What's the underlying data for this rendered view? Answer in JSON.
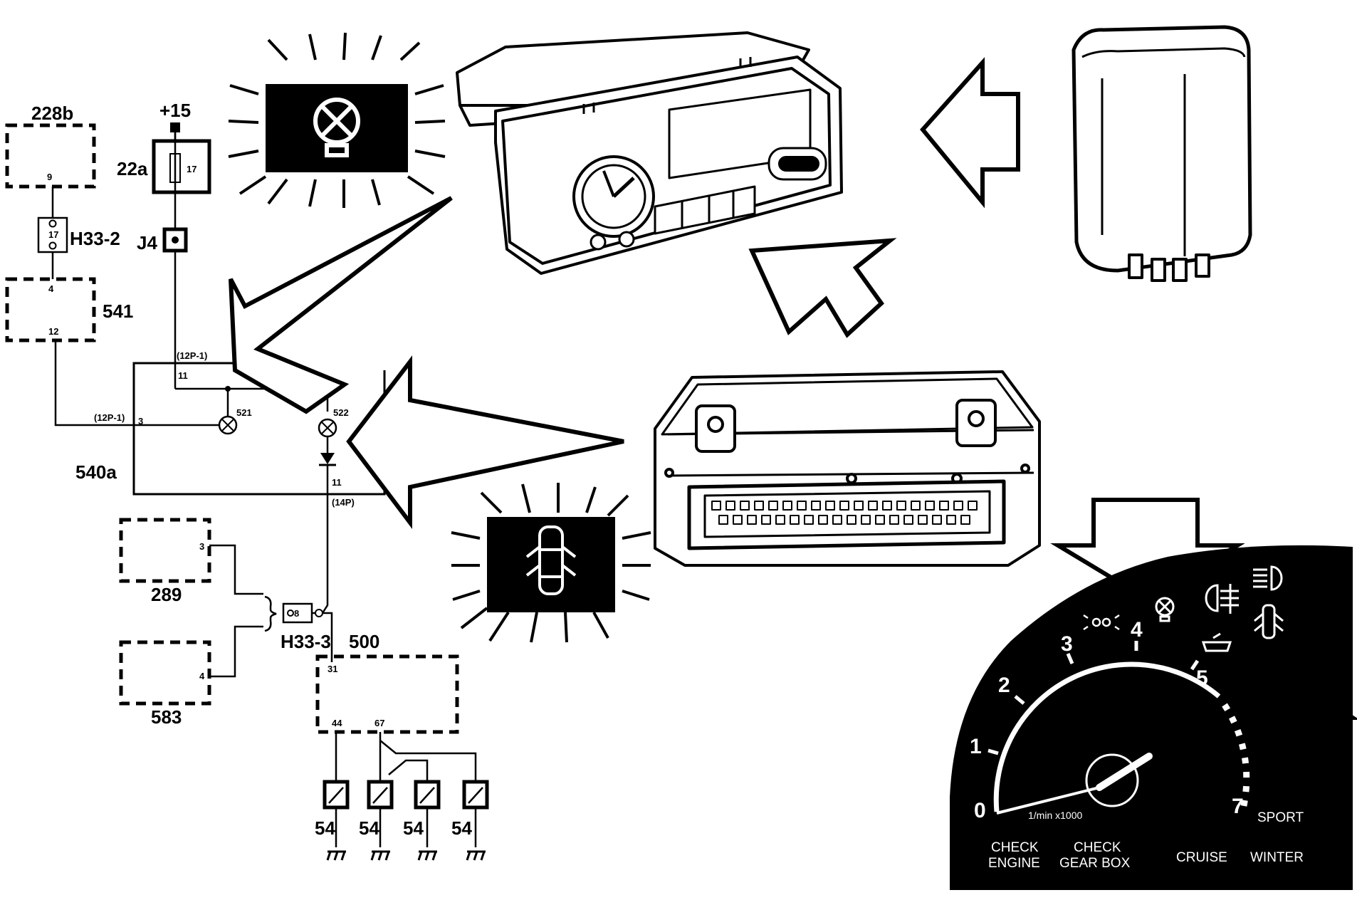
{
  "schematic": {
    "components": {
      "c228b": "228b",
      "c541": "541",
      "c540a": "540a",
      "c22a": "22a",
      "cJ4": "J4",
      "cH33_2": "H33-2",
      "cH33_3": "H33-3",
      "c289": "289",
      "c583": "583",
      "c500": "500",
      "supply": "+15",
      "c54": "54"
    },
    "pins": {
      "p228b_9": "9",
      "pH33_2": "17",
      "p541_4": "4",
      "p541_12": "12",
      "p22a_17": "17",
      "p540_11a": "11",
      "p540_3": "3",
      "p540_11b": "11",
      "p289_3": "3",
      "p583_4": "4",
      "pH33_3": "8",
      "p500_31": "31",
      "p500_44": "44",
      "p500_67": "67"
    },
    "connectors": {
      "top": "(12P-1)",
      "left": "(12P-1)",
      "bottom": "(14P)"
    },
    "lamps": {
      "l521": "521",
      "l522": "522"
    }
  },
  "cluster": {
    "rpm_numbers": [
      "0",
      "1",
      "2",
      "3",
      "4",
      "5",
      "7"
    ],
    "rpm_unit": "1/min x1000",
    "labels": {
      "check_engine": [
        "CHECK",
        "ENGINE"
      ],
      "check_gearbox": [
        "CHECK",
        "GEAR BOX"
      ],
      "cruise": "CRUISE",
      "sport": "SPORT",
      "winter": "WINTER"
    }
  },
  "colors": {
    "ink": "#000000",
    "paper": "#ffffff"
  }
}
